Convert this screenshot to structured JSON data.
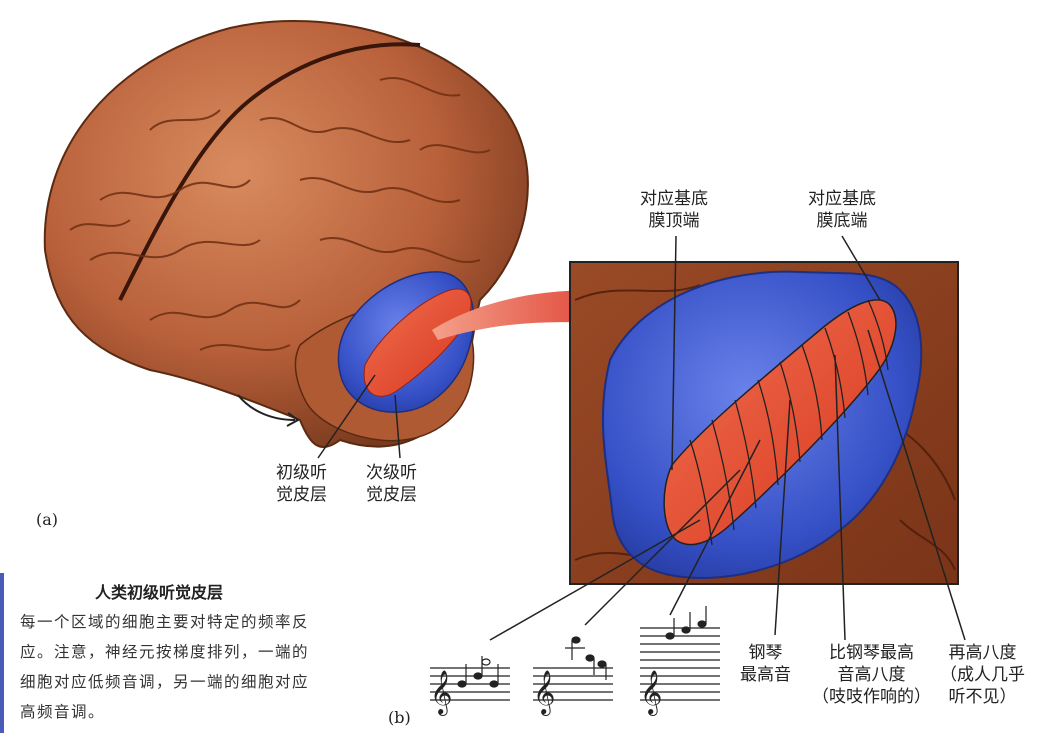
{
  "panel_a": {
    "tag": "(a)",
    "labels": {
      "primary_line1": "初级听",
      "primary_line2": "觉皮层",
      "secondary_line1": "次级听",
      "secondary_line2": "觉皮层"
    }
  },
  "panel_b": {
    "tag": "(b)",
    "labels": {
      "apex_line1": "对应基底",
      "apex_line2": "膜顶端",
      "base_line1": "对应基底",
      "base_line2": "膜底端",
      "piano_line1": "钢琴",
      "piano_line2": "最高音",
      "octave_line1": "比钢琴最高",
      "octave_line2": "音高八度",
      "octave_line3": "（吱吱作响的）",
      "higher_line1": "再高八度",
      "higher_line2": "（成人几乎",
      "higher_line3": "听不见）"
    }
  },
  "caption": {
    "title": "人类初级听觉皮层",
    "body": "每一个区域的细胞主要对特定的频率反应。注意，神经元按梯度排列，一端的细胞对应低频音调，另一端的细胞对应高频音调。"
  },
  "colors": {
    "brain": "#b85c38",
    "secondary_cortex": "#3a55c8",
    "primary_cortex": "#e24a2e",
    "caption_bar": "#4a5bb8"
  }
}
